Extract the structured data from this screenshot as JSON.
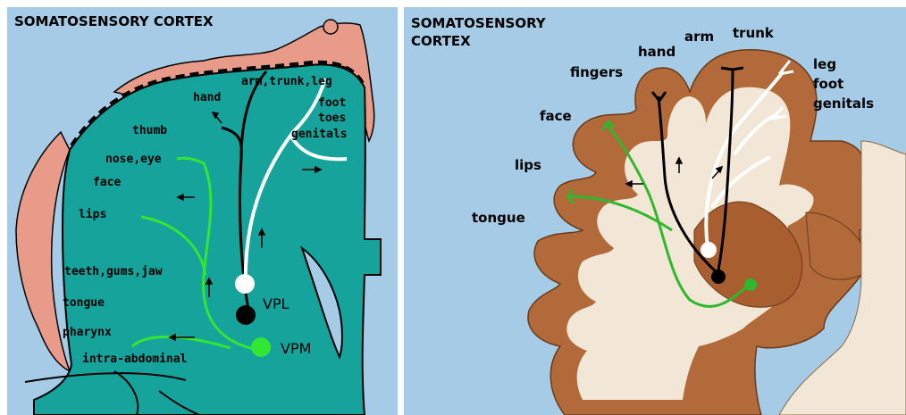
{
  "left_panel": {
    "title": "SOMATOSENSORY CORTEX",
    "labels": {
      "arm_trunk_leg": "arm,trunk,leg",
      "hand": "hand",
      "foot": "foot",
      "toes": "toes",
      "genitals": "genitals",
      "thumb": "thumb",
      "nose_eye": "nose,eye",
      "face": "face",
      "lips": "lips",
      "teeth_gums_jaw": "teeth,gums,jaw",
      "tongue": "tongue",
      "pharynx": "pharynx",
      "intra_abdominal": "intra-abdominal",
      "vpl": "VPL",
      "vpm": "VPM"
    },
    "colors": {
      "background": "#a6cbe6",
      "cortex": "#16a39c",
      "homunculus": "#e99b8a",
      "vpl_pathway": "#ffffff",
      "vpm_pathway": "#33e633",
      "hand_pathway": "#000000"
    }
  },
  "right_panel": {
    "title_line1": "SOMATOSENSORY",
    "title_line2": "CORTEX",
    "labels": {
      "trunk": "trunk",
      "arm": "arm",
      "hand": "hand",
      "fingers": "fingers",
      "face": "face",
      "lips": "lips",
      "tongue": "tongue",
      "leg": "leg",
      "foot": "foot",
      "genitals": "genitals"
    },
    "colors": {
      "gray_matter": "#b26a3a",
      "white_matter": "#f2e6d6",
      "green_pathway": "#2db82d",
      "white_pathway": "#ffffff",
      "black_pathway": "#000000"
    }
  }
}
